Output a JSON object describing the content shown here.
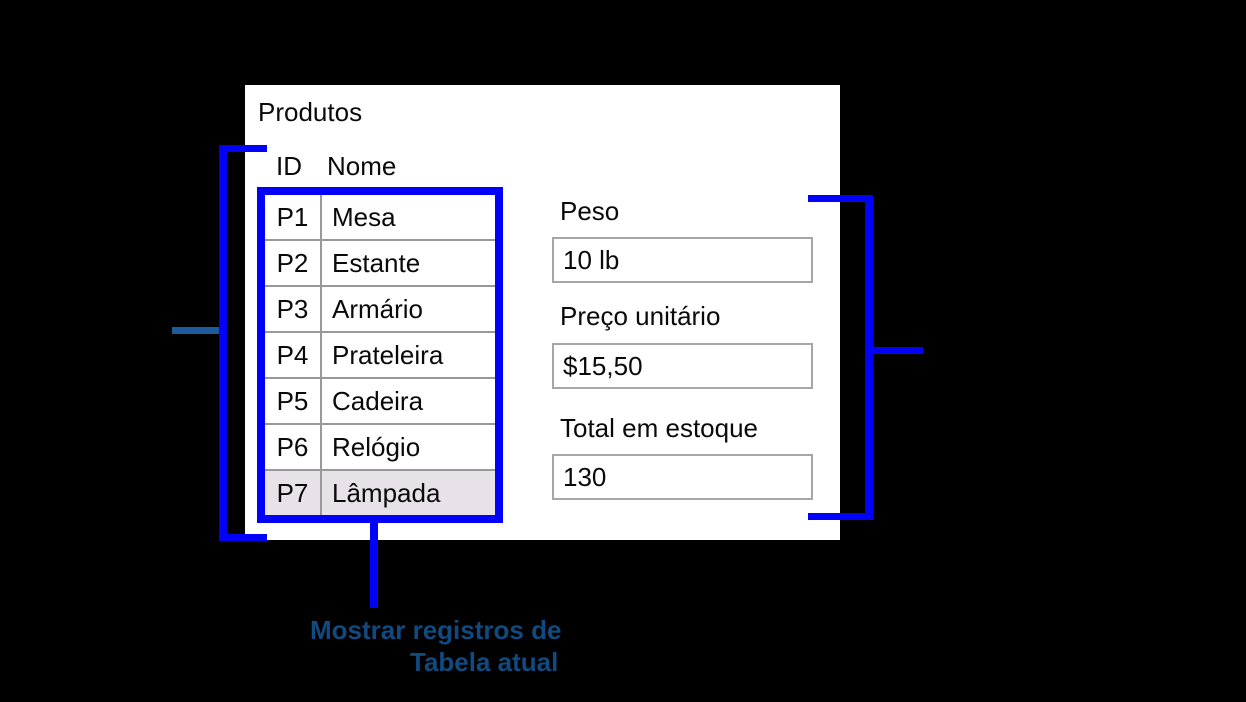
{
  "window": {
    "title": "Produtos",
    "table": {
      "columns": [
        "ID",
        "Nome"
      ],
      "rows": [
        {
          "id": "P1",
          "nome": "Mesa",
          "highlighted": false
        },
        {
          "id": "P2",
          "nome": "Estante",
          "highlighted": false
        },
        {
          "id": "P3",
          "nome": "Armário",
          "highlighted": false
        },
        {
          "id": "P4",
          "nome": "Prateleira",
          "highlighted": false
        },
        {
          "id": "P5",
          "nome": "Cadeira",
          "highlighted": false
        },
        {
          "id": "P6",
          "nome": "Relógio",
          "highlighted": false
        },
        {
          "id": "P7",
          "nome": "Lâmpada",
          "highlighted": true
        }
      ]
    },
    "fields": [
      {
        "label": "Peso",
        "value": "10 lb"
      },
      {
        "label": "Preço unitário",
        "value": "$15,50"
      },
      {
        "label": "Total em estoque",
        "value": "130"
      }
    ]
  },
  "annotation": {
    "caption_line1": "Mostrar registros de",
    "caption_line2": "Tabela atual"
  },
  "colors": {
    "accent_blue": "#0202f8",
    "tick_blue": "#1d5b9d",
    "caption_blue": "#114a7e",
    "highlight_row": "#e6e2e7",
    "background": "#000000",
    "panel": "#ffffff"
  }
}
